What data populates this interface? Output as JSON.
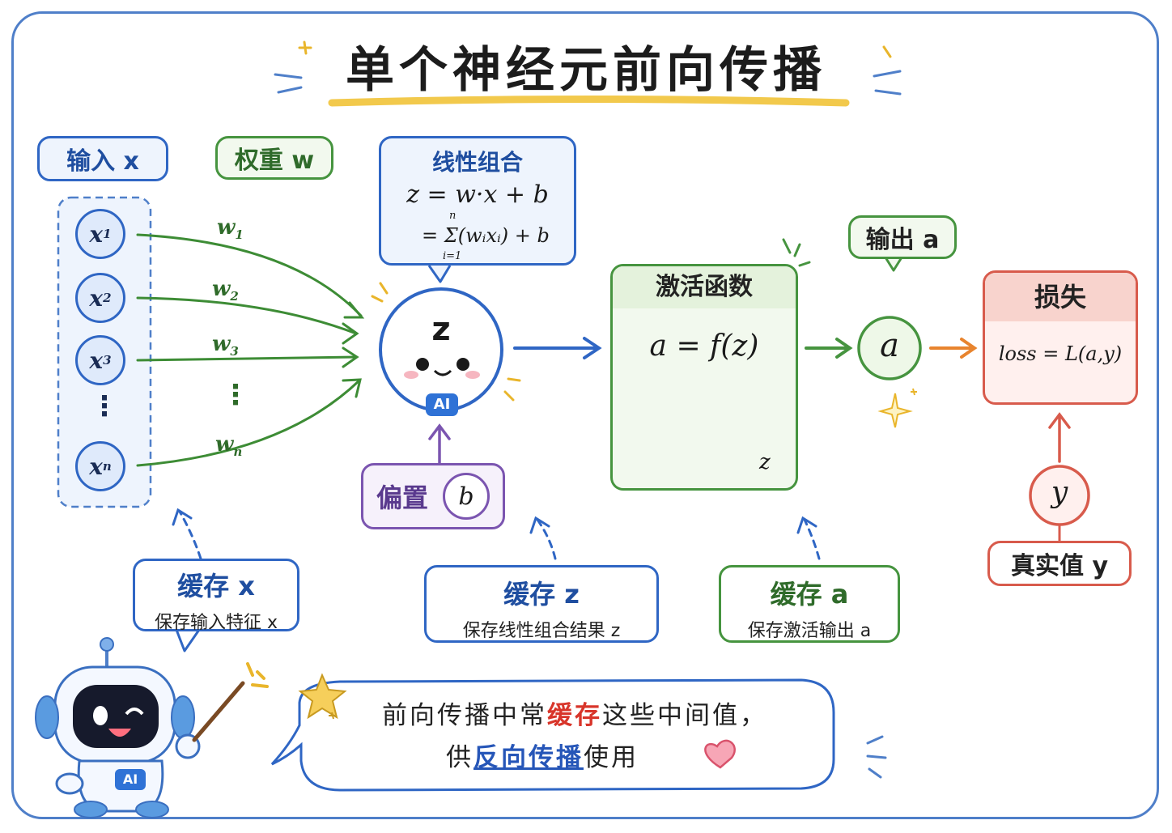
{
  "title": "单个神经元前向传播",
  "input": {
    "label": "输入 x",
    "nodes": [
      "x1",
      "x2",
      "x3",
      "⋮",
      "xn"
    ]
  },
  "weights": {
    "label": "权重 w",
    "items": [
      "w1",
      "w2",
      "w3",
      "⋮",
      "wn"
    ]
  },
  "linear": {
    "title": "线性组合",
    "line1": "z = w·x + b",
    "line2": "= Σ(wᵢxᵢ) + b",
    "sum_top": "n",
    "sum_bottom": "i=1"
  },
  "neuron": {
    "label": "z",
    "badge": "AI"
  },
  "bias": {
    "label": "偏置",
    "symbol": "b"
  },
  "activation": {
    "title": "激活函数",
    "formula": "a = f(z)",
    "axis_label": "z"
  },
  "output": {
    "label": "输出 a",
    "symbol": "a"
  },
  "loss": {
    "title": "损失",
    "formula": "loss = L(a,y)"
  },
  "truth": {
    "symbol": "y",
    "label": "真实值 y"
  },
  "cache": [
    {
      "title": "缓存 x",
      "desc": "保存输入特征 x"
    },
    {
      "title": "缓存 z",
      "desc": "保存线性组合结果 z"
    },
    {
      "title": "缓存 a",
      "desc": "保存激活输出 a"
    }
  ],
  "note": {
    "part1": "前向传播中常",
    "highlight1": "缓存",
    "part2": "这些中间值，",
    "part3": "供",
    "highlight2": "反向传播",
    "part4": "使用"
  },
  "robot": {
    "badge": "AI"
  },
  "colors": {
    "frame": "#4f7fc9",
    "blue": "#2f66c4",
    "green": "#46943f",
    "purple": "#7b55b0",
    "red": "#d85b4c",
    "orange": "#e8842e"
  }
}
